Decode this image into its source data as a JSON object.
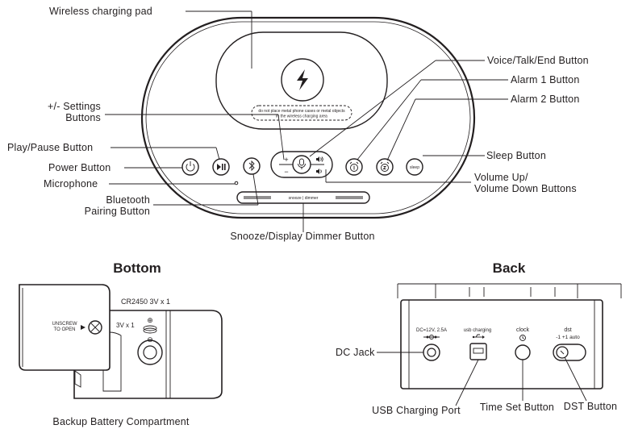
{
  "top_view": {
    "labels": {
      "wireless_pad": "Wireless charging pad",
      "voice": "Voice/Talk/End Button",
      "alarm1": "Alarm 1 Button",
      "alarm2": "Alarm 2 Button",
      "settings_line1": "+/- Settings",
      "settings_line2": "Buttons",
      "play_pause": "Play/Pause Button",
      "power": "Power Button",
      "microphone": "Microphone",
      "bluetooth_line1": "Bluetooth",
      "bluetooth_line2": "Pairing Button",
      "sleep": "Sleep Button",
      "volume_line1": "Volume Up/",
      "volume_line2": "Volume Down Buttons",
      "snooze": "Snooze/Display Dimmer Button"
    },
    "device_text": {
      "warning_line1": "do not place metal phone cases or metal objects",
      "warning_line2": "in the wireless charging area",
      "snooze_bar": "snooze | dimmer",
      "sleep_key": "sleep",
      "plus": "+",
      "minus": "−"
    }
  },
  "bottom_view": {
    "heading": "Bottom",
    "caption": "Backup Battery Compartment",
    "text": {
      "unscrew_line1": "UNSCREW",
      "unscrew_line2": "TO OPEN",
      "battery_type": "CR2450  3V x 1",
      "battery_small": "3V x 1",
      "plus_symbol": "⊕",
      "minus_symbol": "⊖"
    }
  },
  "back_view": {
    "heading": "Back",
    "labels": {
      "dc_jack": "DC Jack",
      "usb_port": "USB Charging Port",
      "time_set": "Time Set Button",
      "dst": "DST Button"
    },
    "port_text": {
      "dc_rating": "DC=12V, 2.5A",
      "usb": "usb charging",
      "clock": "clock",
      "dst": "dst",
      "dst_options": "-1  +1  auto"
    }
  }
}
